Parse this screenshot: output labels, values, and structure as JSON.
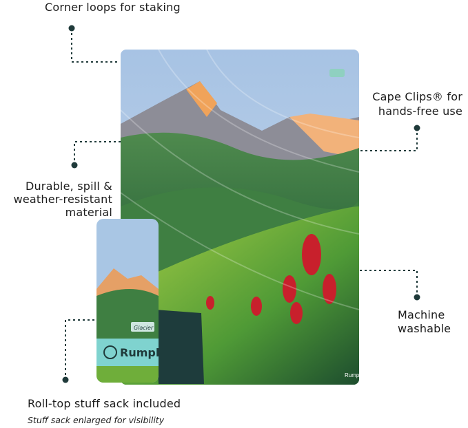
{
  "features": {
    "corner_loops": "Corner loops for staking",
    "cape_clips_line1": "Cape Clips® for",
    "cape_clips_line2": "hands-free use",
    "durable_line1": "Durable, spill &",
    "durable_line2": "weather-resistant",
    "durable_line3": "material",
    "machine_line1": "Machine",
    "machine_line2": "washable",
    "stuff_sack": "Roll-top stuff sack included",
    "stuff_sack_note": "Stuff sack enlarged for visibility"
  },
  "product": {
    "brand": "Rumpl",
    "print_name": "Glacier"
  },
  "colors": {
    "connector": "#1f3a3a",
    "sky": "#a9c6e4",
    "meadow": "#6fae3a",
    "flowers": "#c8202c",
    "sack_band": "#7fd3cf"
  }
}
